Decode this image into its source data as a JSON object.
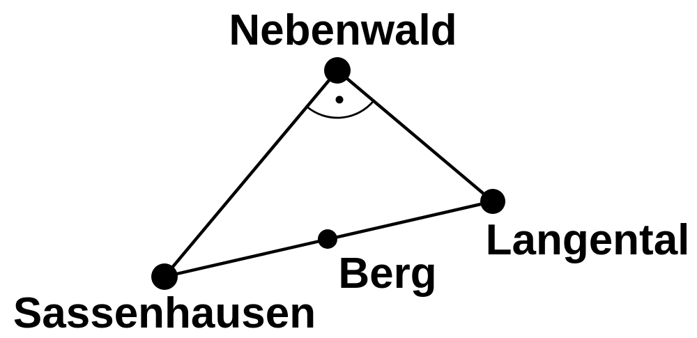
{
  "diagram": {
    "type": "triangle-sketch",
    "background_color": "#ffffff",
    "ink_color": "#000000",
    "vertices": {
      "nebenwald": {
        "label": "Nebenwald"
      },
      "sassenhausen": {
        "label": "Sassenhausen"
      },
      "langental": {
        "label": "Langental"
      },
      "berg": {
        "label": "Berg"
      }
    },
    "edges": [
      {
        "from": "Nebenwald",
        "to": "Sassenhausen"
      },
      {
        "from": "Nebenwald",
        "to": "Langental"
      },
      {
        "from": "Sassenhausen",
        "to": "Langental",
        "through": "Berg"
      }
    ],
    "angle_marker": {
      "at": "Nebenwald",
      "style": "arc-with-dot"
    }
  }
}
